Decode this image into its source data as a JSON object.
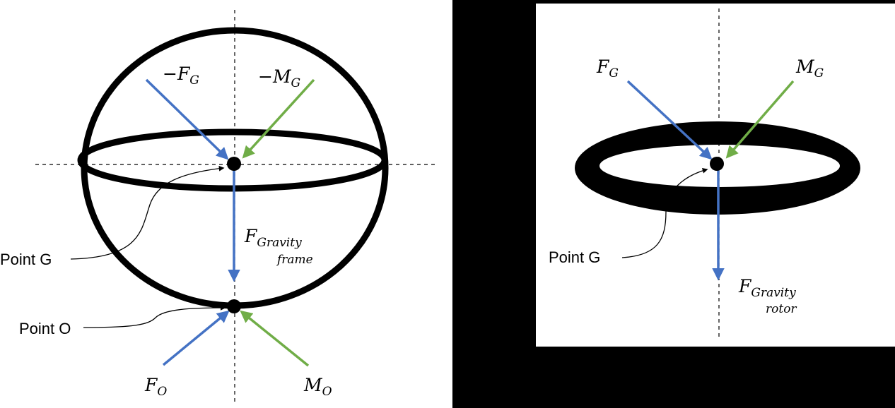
{
  "colors": {
    "force": "#4472C4",
    "moment": "#70AD47",
    "ink": "#000000",
    "panel": "#FFFFFF",
    "background": "#000000"
  },
  "left_panel": {
    "neg_force": {
      "prefix": "−F",
      "sub": "G"
    },
    "neg_moment": {
      "prefix": "−M",
      "sub": "G"
    },
    "gravity": {
      "main": "F",
      "sub1": "Gravity",
      "sub2": "frame"
    },
    "point_g": "Point G",
    "point_o": "Point O",
    "force_o": {
      "main": "F",
      "sub": "O"
    },
    "moment_o": {
      "main": "M",
      "sub": "O"
    }
  },
  "right_panel": {
    "force_g": {
      "main": "F",
      "sub": "G"
    },
    "moment_g": {
      "main": "M",
      "sub": "G"
    },
    "point_g": "Point G",
    "gravity": {
      "main": "F",
      "sub1": "Gravity",
      "sub2": "rotor"
    }
  }
}
